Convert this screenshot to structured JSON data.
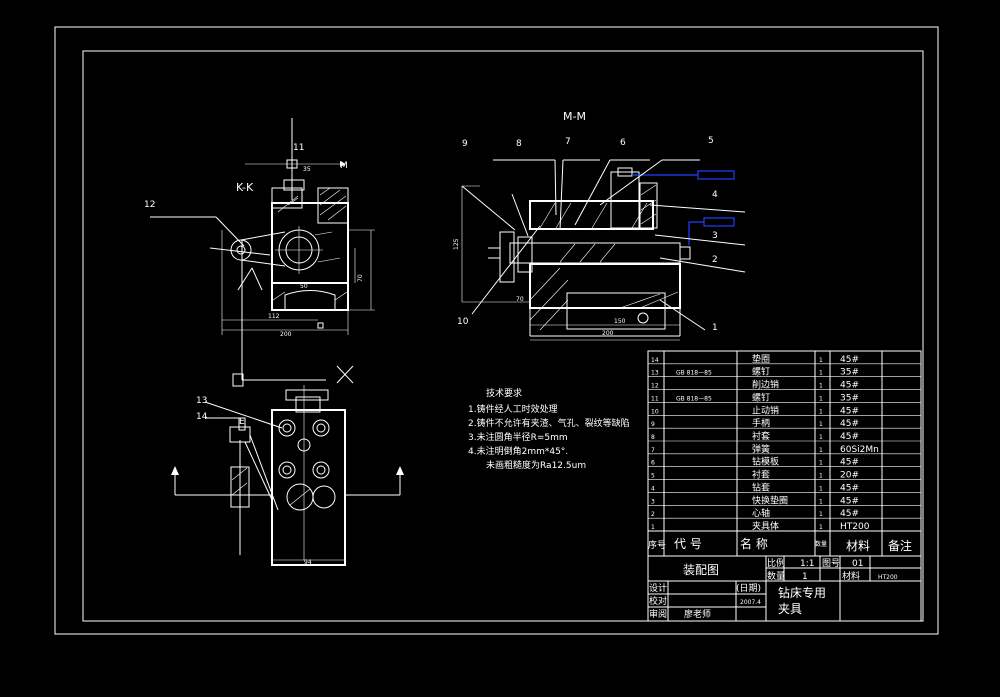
{
  "views": {
    "section_mm": "M-M",
    "section_kk": "K-K",
    "section_marker_m": "M",
    "mark_e": "E"
  },
  "callouts": {
    "c1": "1",
    "c2": "2",
    "c3": "3",
    "c4": "4",
    "c5": "5",
    "c6": "6",
    "c7": "7",
    "c8": "8",
    "c9": "9",
    "c10": "10",
    "c11": "11",
    "c12": "12",
    "c13": "13",
    "c14": "14"
  },
  "dimensions": {
    "d_35": "35",
    "d_70": "70",
    "d_112": "112",
    "d_200a": "200",
    "d_150": "150",
    "d_200b": "200",
    "d_70b": "70",
    "d_50": "50",
    "d_94": "94"
  },
  "tech_req": {
    "title": "技术要求",
    "lines": [
      "1.铸件经人工时效处理",
      "2.铸件不允许有夹渣、气孔、裂纹等缺陷",
      "3.未注圆角半径R=5mm",
      "4.未注明倒角2mm*45°.",
      "未画粗糙度为Ra12.5um"
    ]
  },
  "parts_list": {
    "rows": [
      {
        "no": "14",
        "code": "",
        "name": "垫圈",
        "qty": "1",
        "material": "45#"
      },
      {
        "no": "13",
        "code": "GB 818—85",
        "name": "螺钉",
        "qty": "1",
        "material": "35#"
      },
      {
        "no": "12",
        "code": "",
        "name": "削边销",
        "qty": "1",
        "material": "45#"
      },
      {
        "no": "11",
        "code": "GB 818—85",
        "name": "螺钉",
        "qty": "1",
        "material": "35#"
      },
      {
        "no": "10",
        "code": "",
        "name": "止动销",
        "qty": "1",
        "material": "45#"
      },
      {
        "no": "9",
        "code": "",
        "name": "手柄",
        "qty": "1",
        "material": "45#"
      },
      {
        "no": "8",
        "code": "",
        "name": "衬套",
        "qty": "1",
        "material": "45#"
      },
      {
        "no": "7",
        "code": "",
        "name": "弹簧",
        "qty": "1",
        "material": "60Si2Mn"
      },
      {
        "no": "6",
        "code": "",
        "name": "钻模板",
        "qty": "1",
        "material": "45#"
      },
      {
        "no": "5",
        "code": "",
        "name": "衬套",
        "qty": "1",
        "material": "20#"
      },
      {
        "no": "4",
        "code": "",
        "name": "钻套",
        "qty": "1",
        "material": "45#"
      },
      {
        "no": "3",
        "code": "",
        "name": "快换垫圈",
        "qty": "1",
        "material": "45#"
      },
      {
        "no": "2",
        "code": "",
        "name": "心轴",
        "qty": "1",
        "material": "45#"
      },
      {
        "no": "1",
        "code": "",
        "name": "夹具体",
        "qty": "1",
        "material": "HT200"
      }
    ],
    "headers": {
      "no": "序号",
      "code": "代 号",
      "name": "名 称",
      "qty": "数量",
      "material": "材料",
      "remark": "备注"
    }
  },
  "title_block": {
    "drawing_name": "装配图",
    "scale_label": "比例",
    "scale_value": "1:1",
    "drawing_no_label": "图号",
    "drawing_no_value": "01",
    "qty_label": "数量",
    "qty_value": "1",
    "material_label": "材料",
    "material_value": "HT200",
    "designer_label": "设计",
    "date_label": "(日期)",
    "checker_label": "校对",
    "checker_date": "2007.4",
    "reviewer_label": "审阅",
    "reviewer_name": "廖老师",
    "product_line1": "钻床专用",
    "product_line2": "夹具"
  },
  "colors": {
    "lines": "#ffffff",
    "annotation_boxes": "#2040ff",
    "background": "#000000"
  }
}
